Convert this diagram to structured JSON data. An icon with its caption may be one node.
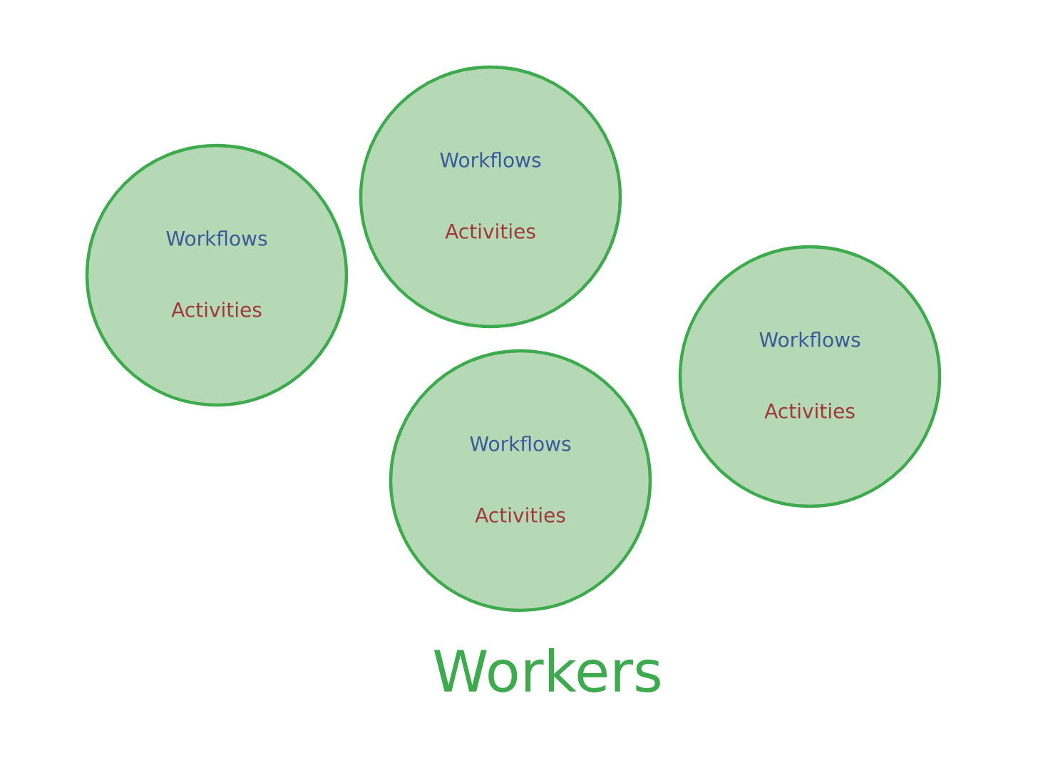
{
  "diagram": {
    "nodes": [
      {
        "text": [
          "Workflows",
          "Activities"
        ]
      },
      {
        "text": [
          "Workflows",
          "Activities"
        ]
      },
      {
        "text": [
          "Workflows",
          "Activities"
        ]
      },
      {
        "text": [
          "Workflows",
          "Activities"
        ]
      }
    ],
    "labels": [
      "Workers"
    ]
  }
}
